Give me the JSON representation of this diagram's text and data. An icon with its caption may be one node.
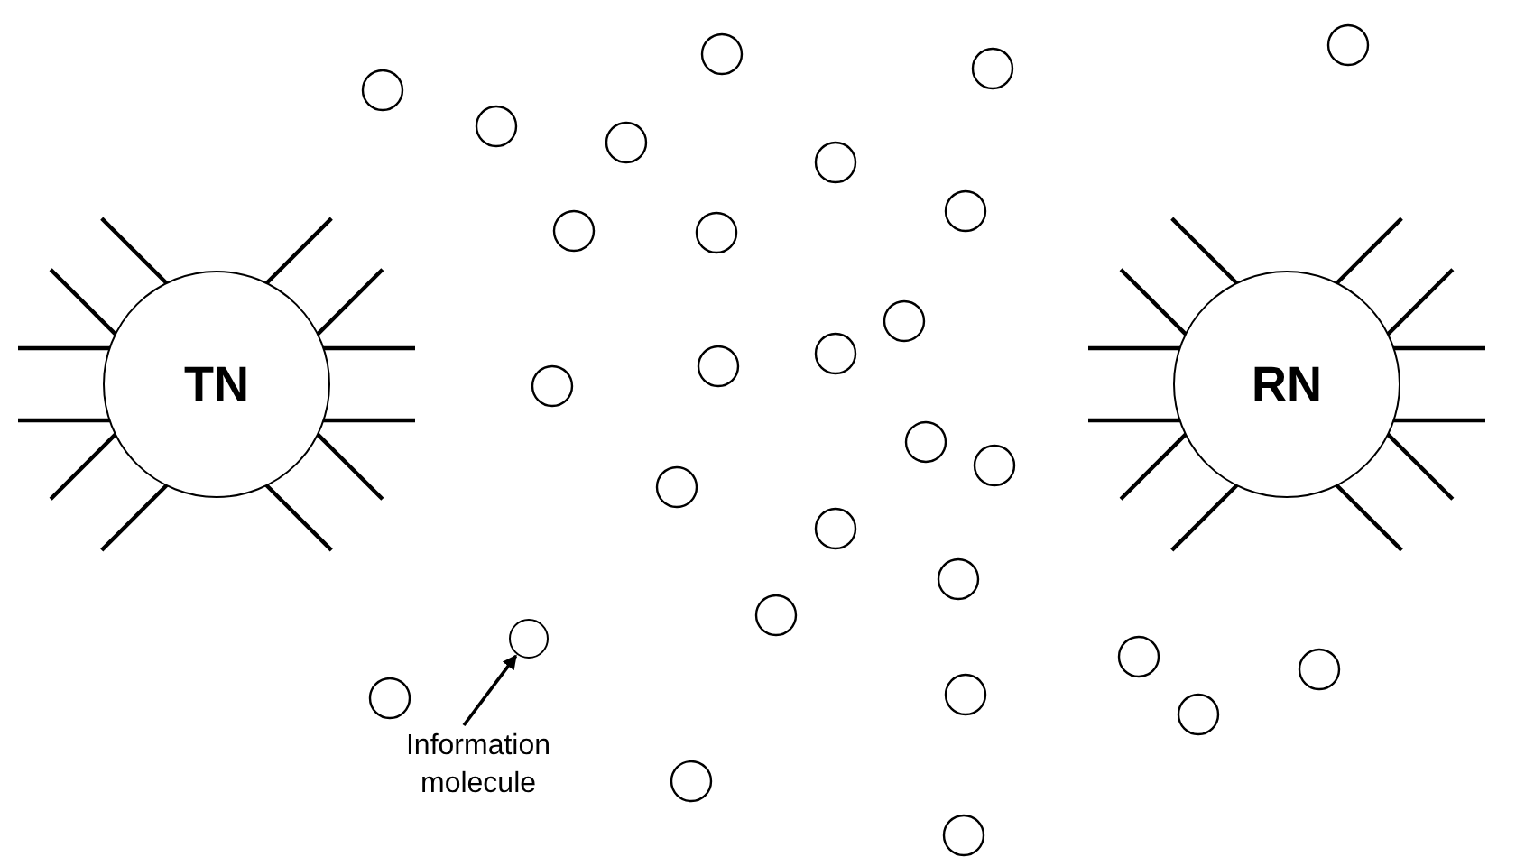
{
  "diagram": {
    "nodes": [
      {
        "text": [
          "TN"
        ]
      },
      {
        "text": [
          "RN"
        ]
      },
      {
        "text": [
          "Information molecule"
        ]
      },
      {
        "text": [],
        "shape": "circle"
      }
    ],
    "edges": [
      {
        "from": 2,
        "to": 3,
        "arrow": "to"
      }
    ]
  }
}
